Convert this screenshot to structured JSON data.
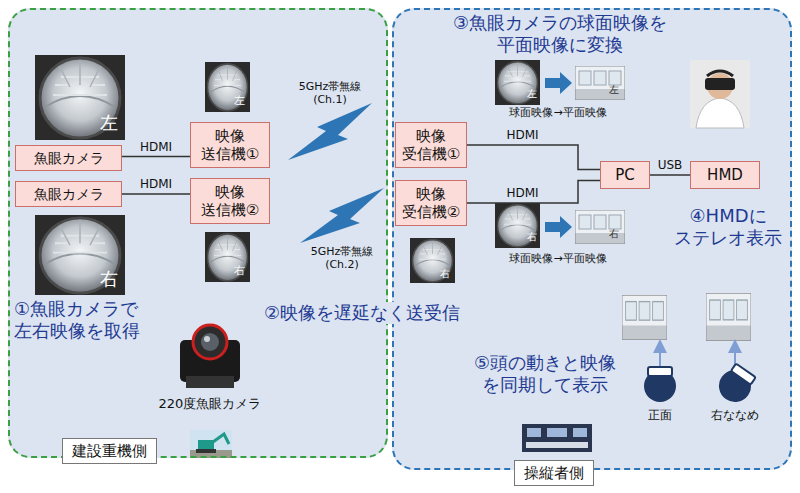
{
  "diagram": {
    "nodes": [
      {
        "text": [
          "建設重機側"
        ]
      },
      {
        "text": [
          "魚眼カメラ"
        ],
        "in": 0
      },
      {
        "text": [
          "魚眼カメラ"
        ],
        "in": 0
      },
      {
        "text": [
          "映像 送信機①"
        ],
        "in": 0
      },
      {
        "text": [
          "映像 送信機②"
        ],
        "in": 0
      },
      {
        "text": [
          "操縦者側"
        ]
      },
      {
        "text": [
          "映像 受信機①"
        ],
        "in": 5
      },
      {
        "text": [
          "映像 受信機②"
        ],
        "in": 5
      },
      {
        "text": [
          "PC"
        ],
        "in": 5
      },
      {
        "text": [
          "HMD"
        ],
        "in": 5
      }
    ],
    "edges": [
      {
        "from": 1,
        "to": 3,
        "label": "HDMI",
        "arrow": "none"
      },
      {
        "from": 2,
        "to": 4,
        "label": "HDMI",
        "arrow": "none"
      },
      {
        "from": 6,
        "to": 8,
        "label": "HDMI",
        "arrow": "none"
      },
      {
        "from": 7,
        "to": 8,
        "label": "HDMI",
        "arrow": "none"
      },
      {
        "from": 8,
        "to": 9,
        "label": "USB",
        "arrow": "none"
      }
    ],
    "labels": [
      "左",
      "左",
      "右",
      "右",
      "①魚眼カメラで 左右映像を取得",
      "220度魚眼カメラ",
      "5GHz帯無線 (Ch.1)",
      "5GHz帯無線 (Ch.2)",
      "②映像を遅延なく送受信",
      "③魚眼カメラの球面映像を 平面映像に変換",
      "左",
      "左",
      "球面映像→平面映像",
      "④HMDに ステレオ表示",
      "右",
      "右",
      "球面映像→平面映像",
      "右",
      "⑤頭の動きと映像 を同期して表示",
      "正面",
      "右ななめ"
    ]
  }
}
